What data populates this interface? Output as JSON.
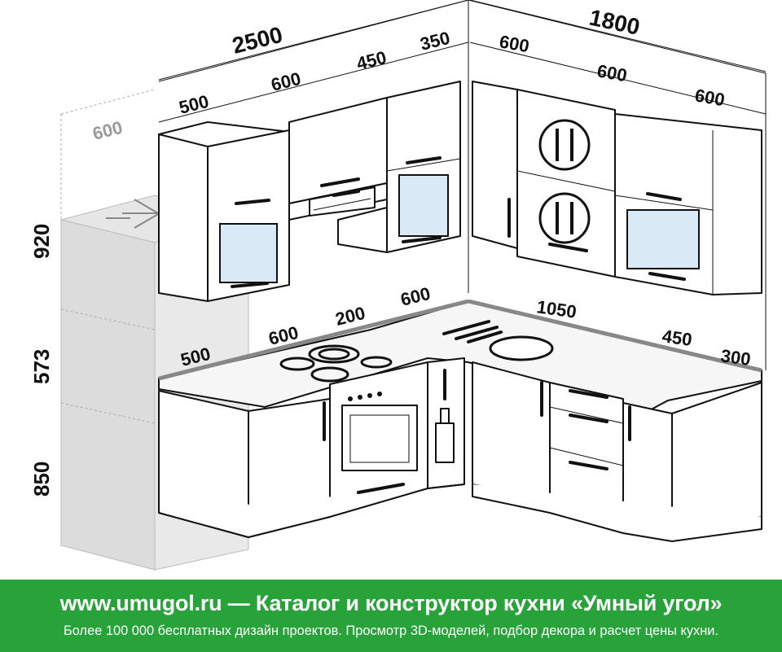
{
  "dimensions": {
    "top_total_left": "2500",
    "top_total_right": "1800",
    "upper_left": [
      "500",
      "600",
      "450",
      "350"
    ],
    "upper_right": [
      "600",
      "600",
      "600"
    ],
    "fridge_depth": "600",
    "counter_left": [
      "500",
      "600",
      "200",
      "600"
    ],
    "counter_right": [
      "1050",
      "450",
      "300"
    ],
    "height_upper": "920",
    "height_mid": "573",
    "height_base": "850"
  },
  "banner": {
    "title": "www.umugol.ru — Каталог и конструктор кухни «Умный угол»",
    "subtitle": "Более 100 000 бесплатных дизайн проектов. Просмотр 3D-моделей, подбор декора и расчет цены кухни."
  },
  "colors": {
    "banner_bg": "#27a33a",
    "glass": "#d9e9f5",
    "fridge": "#e3e3e3"
  },
  "icons": [
    "snowflake-icon",
    "cutlery-plate-icon",
    "cutlery-plate-icon",
    "bottle-icon",
    "cooktop-icon",
    "oven-icon",
    "range-hood-icon",
    "sink-icon"
  ]
}
